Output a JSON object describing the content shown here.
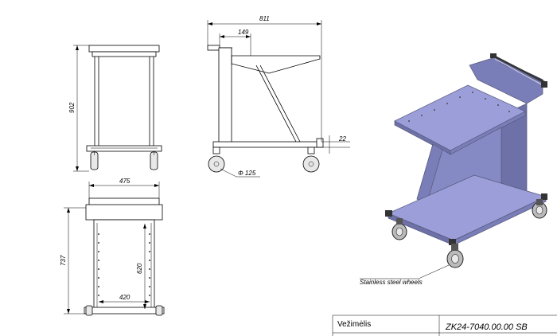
{
  "dimensions": {
    "overall_length": "811",
    "handle_offset": "149",
    "overall_height": "902",
    "wheel_diameter": "Φ 125",
    "base_clearance": "22",
    "overall_width": "475",
    "frame_depth": "737",
    "inner_height": "620",
    "inner_width": "420"
  },
  "annotation": {
    "wheels_note": "Stainless steel wheels"
  },
  "title_block": {
    "name": "Vežimėlis",
    "code": "ZK24-7040.00.00 SB"
  },
  "colors": {
    "iso_top": "#9b9ed8",
    "iso_side": "#8589c4",
    "iso_dark": "#6d71a8",
    "iso_frame": "#7a7eb8",
    "line": "#000000"
  }
}
